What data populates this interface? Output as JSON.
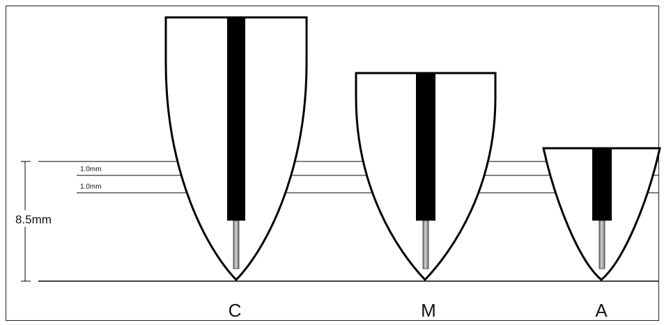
{
  "measurements": {
    "total_depth": "8.5mm",
    "interval_top": "1.0mm",
    "interval_bottom": "1.0mm"
  },
  "shapes": [
    {
      "id": "C",
      "label": "C"
    },
    {
      "id": "M",
      "label": "M"
    },
    {
      "id": "A",
      "label": "A"
    }
  ],
  "colors": {
    "stroke": "#000000",
    "rod": "#000000",
    "tip": "#9a9a9a",
    "background": "#ffffff"
  }
}
